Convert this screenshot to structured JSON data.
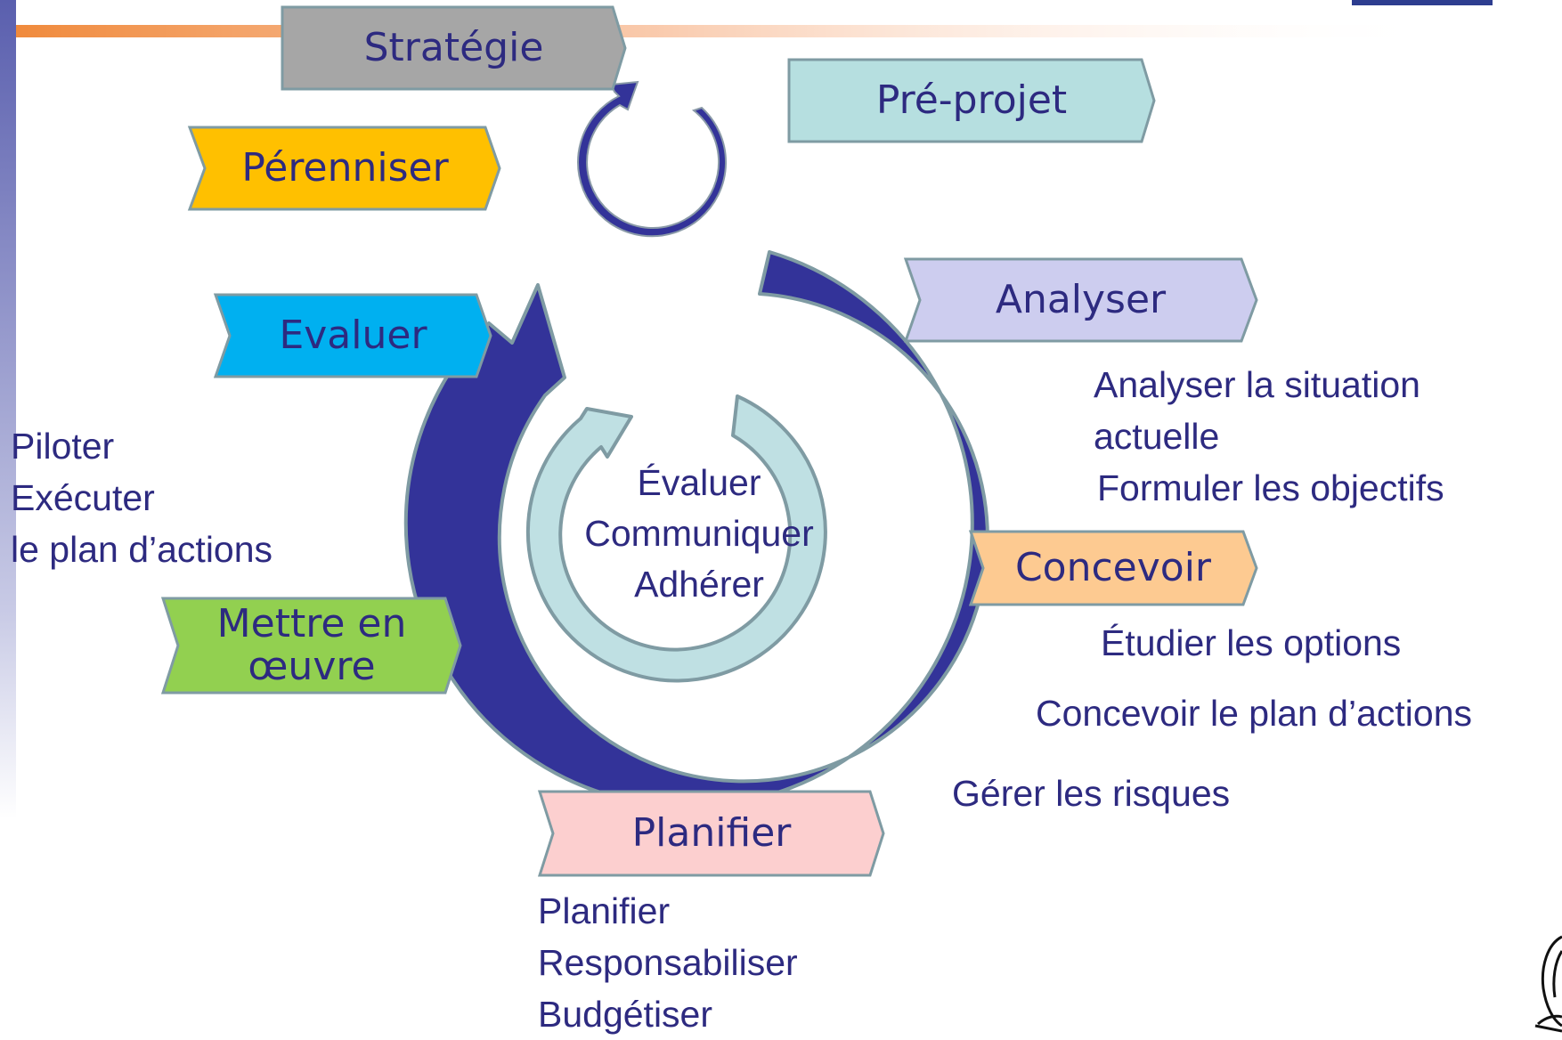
{
  "stages": {
    "strategie": "Stratégie",
    "pre_projet": "Pré-projet",
    "perenniser": "Pérenniser",
    "analyser": "Analyser",
    "evaluer": "Evaluer",
    "concevoir": "Concevoir",
    "mettre_en_oeuvre": "Mettre en œuvre",
    "planifier": "Planifier"
  },
  "notes": {
    "analyser": [
      "Analyser la situation",
      "actuelle",
      "Formuler les objectifs"
    ],
    "concevoir": [
      "Étudier les options",
      "Concevoir le plan d’actions",
      "Gérer les risques"
    ],
    "piloter": [
      "Piloter",
      "Exécuter",
      "le plan d’actions"
    ],
    "planifier": [
      "Planifier",
      "Responsabiliser",
      "Budgétiser"
    ]
  },
  "center": [
    "Évaluer",
    "Communiquer",
    "Adhérer"
  ],
  "colors": {
    "text": "#2d2a80",
    "outline": "#7f9ba3",
    "big_arrow": "#333399",
    "inner_arrow": "#bfe0e3",
    "strategie": "#a6a6a6",
    "pre_projet": "#b6dfe0",
    "perenniser": "#ffc000",
    "analyser": "#cdcdef",
    "evaluer": "#00b0f0",
    "concevoir": "#fdca91",
    "mettre_en_oeuvre": "#92d050",
    "planifier": "#fccfcf"
  }
}
